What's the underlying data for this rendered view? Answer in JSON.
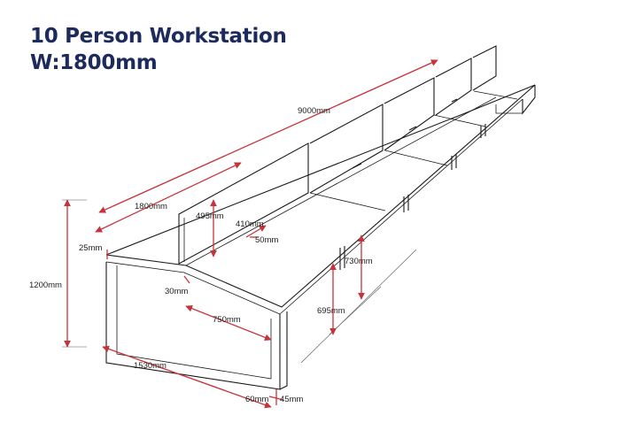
{
  "title": {
    "line1": "10 Person Workstation",
    "line2": "W:1800mm"
  },
  "colors": {
    "title": "#1c2a5c",
    "dimension_arrow": "#c8323a",
    "outline": "#1a1a1a"
  },
  "dimensions": {
    "total_length": "9000mm",
    "desk_width": "1800mm",
    "screen_height": "495mm",
    "screen_offset": "410mm",
    "screen_gap": "50mm",
    "top_thickness": "25mm",
    "overall_height": "1200mm",
    "desk_height_upper": "730mm",
    "desk_height_lower": "695mm",
    "frame_inset": "30mm",
    "desk_depth": "750mm",
    "total_depth": "1530mm",
    "leg_width": "60mm",
    "leg_depth": "45mm"
  }
}
